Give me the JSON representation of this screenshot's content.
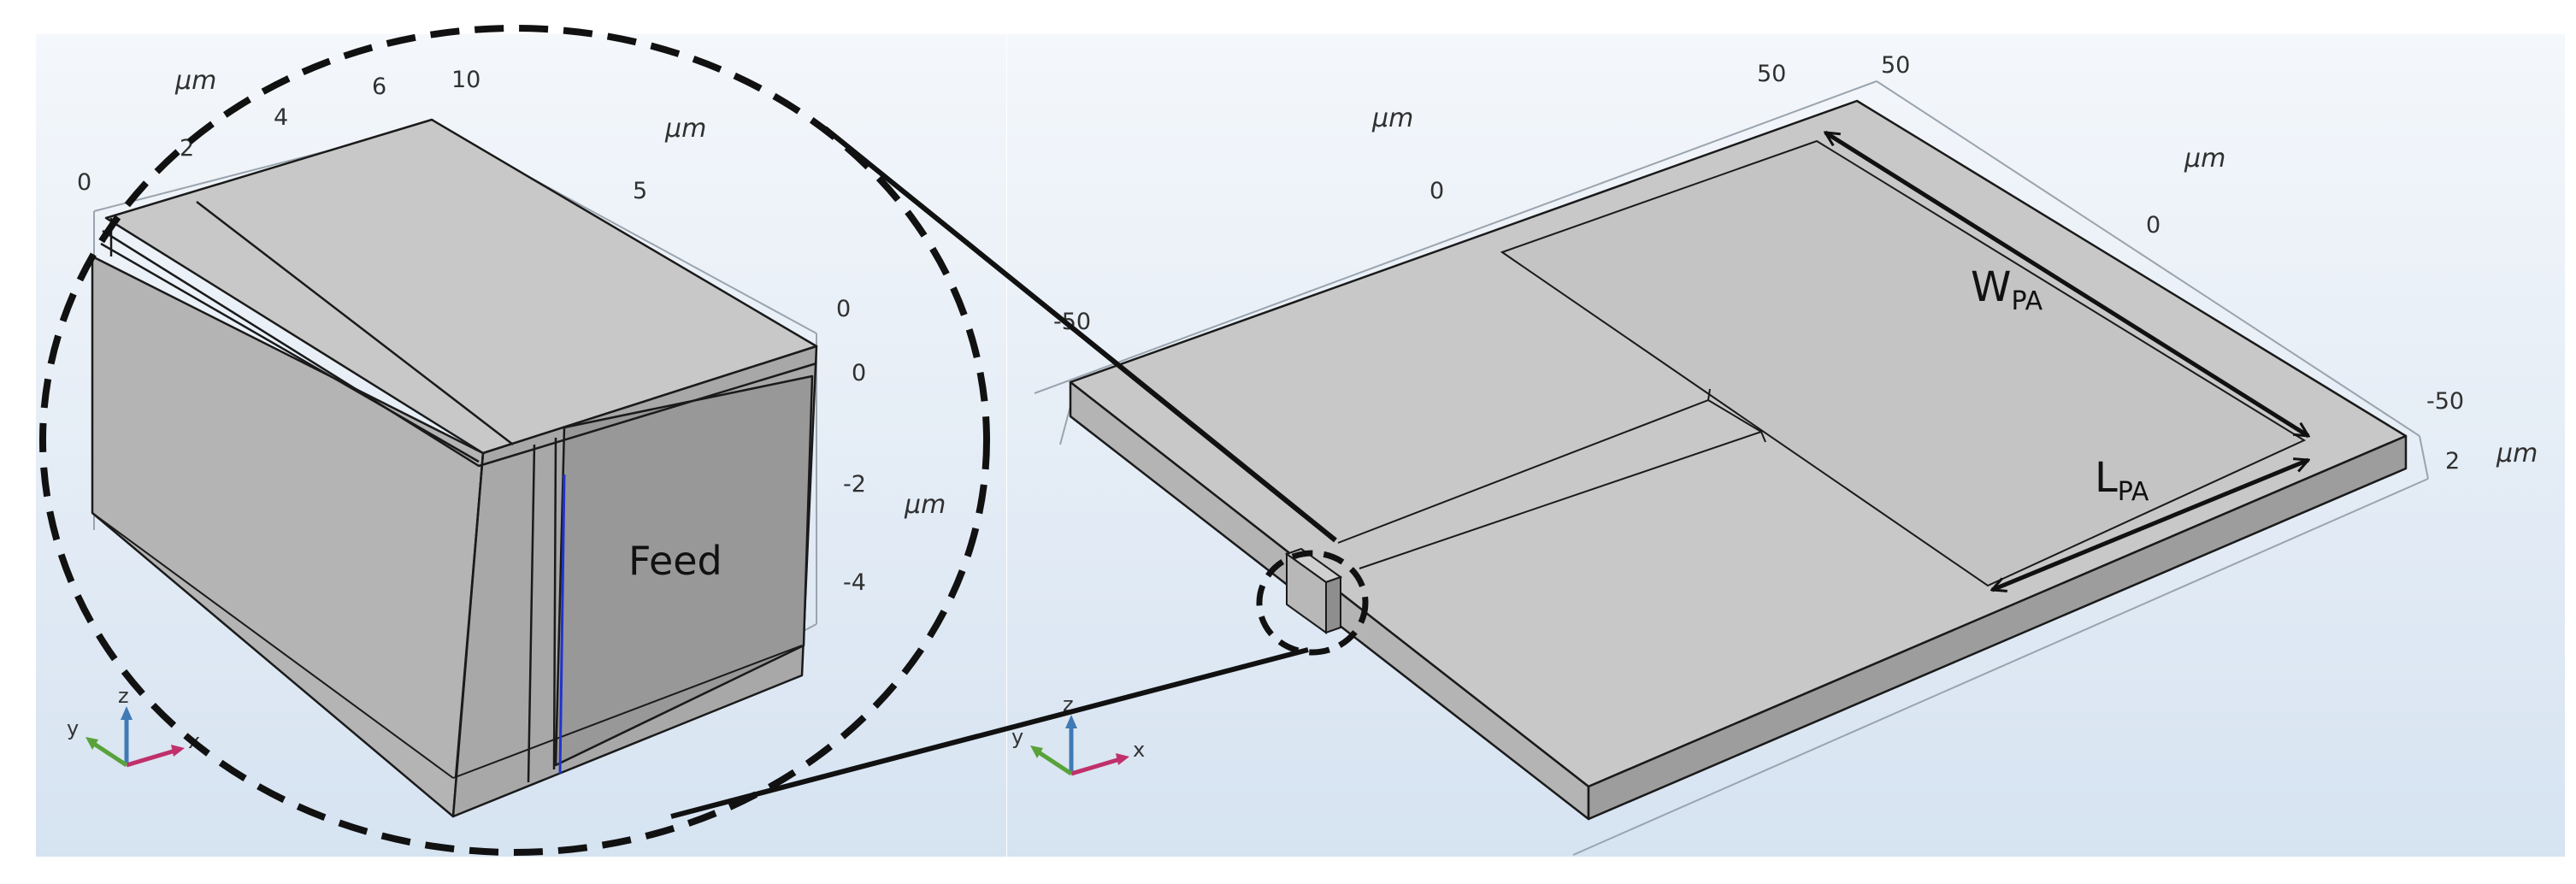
{
  "inset": {
    "ticks_top": [
      "0",
      "2",
      "4",
      "6",
      "10"
    ],
    "tick_right_5": "5",
    "ticks_z": [
      "0",
      "0",
      "-2",
      "-4"
    ],
    "unit": "μm",
    "feed_label": "Feed",
    "triad": {
      "x": "x",
      "y": "y",
      "z": "z"
    }
  },
  "main": {
    "ticks_x": [
      "-50",
      "0",
      "50"
    ],
    "ticks_y": [
      "50",
      "0",
      "-50"
    ],
    "tick_z": "2",
    "unit": "μm",
    "w_label": {
      "main": "W",
      "sub": "PA"
    },
    "l_label": {
      "main": "L",
      "sub": "PA"
    },
    "triad": {
      "x": "x",
      "y": "y",
      "z": "z"
    }
  },
  "colors": {
    "top_face": "#c8c8c8",
    "front_face": "#b4b4b4",
    "side_face": "#9d9d9d",
    "feed_face": "#989898",
    "edge": "#1a1a1a",
    "background_top": "#f4f7fb",
    "background_bottom": "#d6e3f1",
    "triad_x": "#c0306a",
    "triad_y": "#59a23a",
    "triad_z": "#3f7ab5"
  }
}
